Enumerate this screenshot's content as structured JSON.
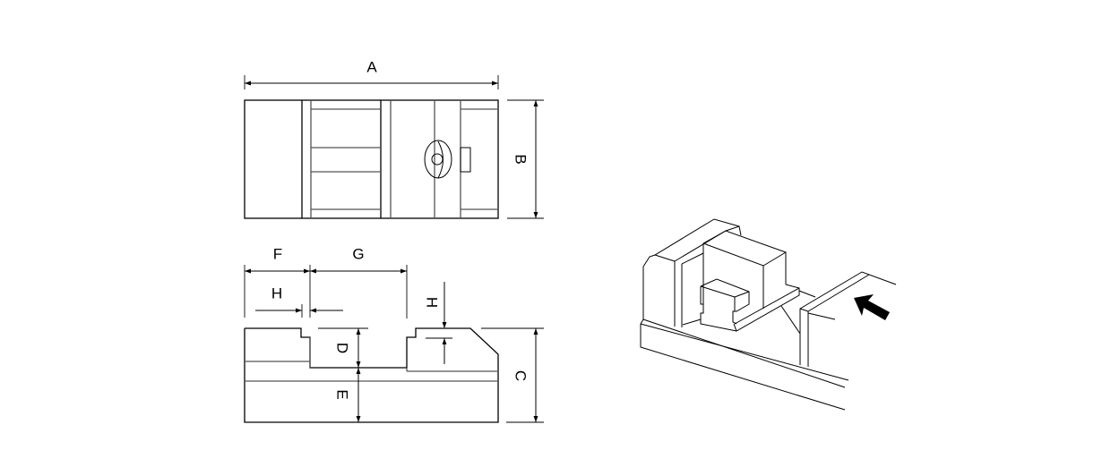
{
  "labels": {
    "A": "A",
    "B": "B",
    "C": "C",
    "D": "D",
    "E": "E",
    "F": "F",
    "G": "G",
    "H_horizontal": "H",
    "H_vertical": "H"
  },
  "colors": {
    "line": "#000000",
    "secondary_line": "#555555",
    "background": "#ffffff"
  }
}
